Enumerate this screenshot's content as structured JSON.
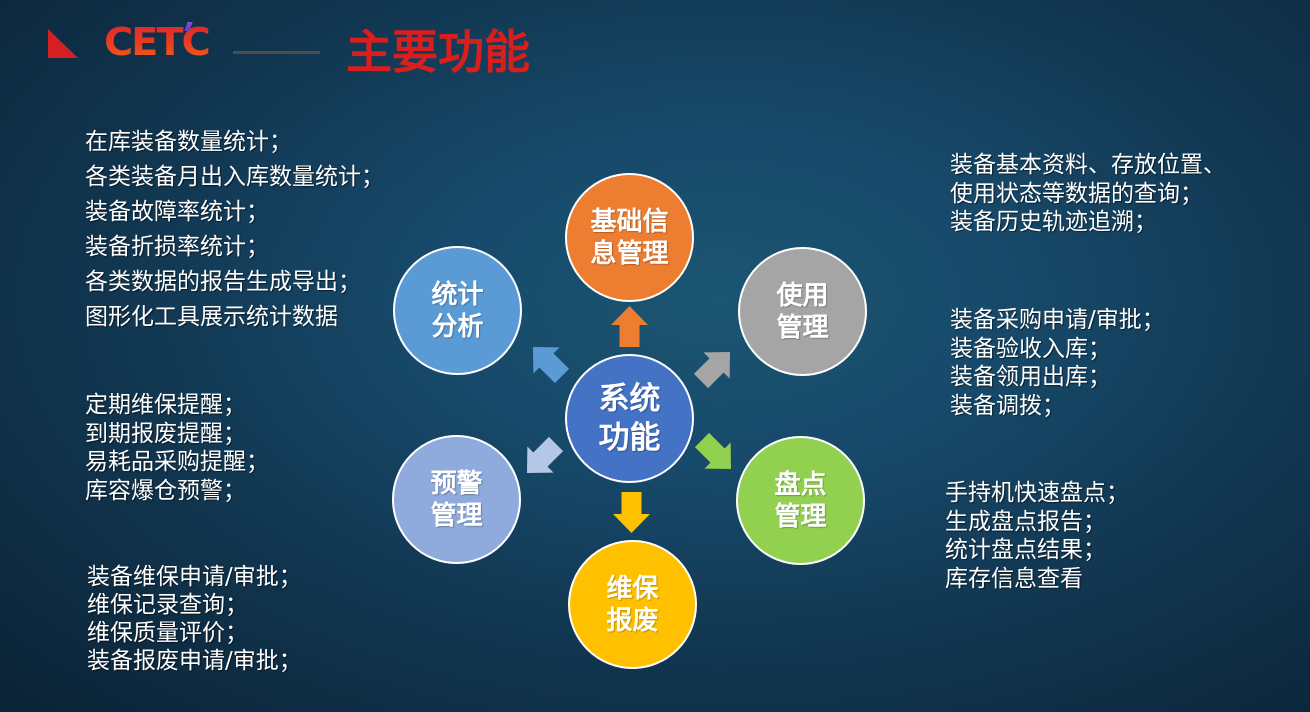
{
  "header": {
    "logo_text": "CETC",
    "logo_color": "#d42020",
    "title": "主要功能",
    "title_color": "#d91e1e"
  },
  "diagram": {
    "center": {
      "line1": "系统",
      "line2": "功能",
      "color": "#4472c4"
    },
    "nodes": {
      "basic_info": {
        "line1": "基础信",
        "line2": "息管理",
        "color": "#ed7d31"
      },
      "usage": {
        "line1": "使用",
        "line2": "管理",
        "color": "#a5a5a5"
      },
      "inventory": {
        "line1": "盘点",
        "line2": "管理",
        "color": "#92d050"
      },
      "maintenance": {
        "line1": "维保",
        "line2": "报废",
        "color": "#ffc000"
      },
      "warning": {
        "line1": "预警",
        "line2": "管理",
        "color": "#8faadc"
      },
      "statistics": {
        "line1": "统计",
        "line2": "分析",
        "color": "#5b9bd5"
      }
    },
    "arrows": {
      "up": {
        "direction": "up",
        "color": "#ed7d31"
      },
      "up_right": {
        "direction": "up-right",
        "color": "#a5a5a5"
      },
      "down_right": {
        "direction": "down-right",
        "color": "#92d050"
      },
      "down": {
        "direction": "down",
        "color": "#ffc000"
      },
      "down_left": {
        "direction": "down-left",
        "color": "#b4c7e7"
      },
      "up_left": {
        "direction": "up-left",
        "color": "#5b9bd5"
      }
    }
  },
  "descriptions": {
    "statistics": [
      "在库装备数量统计；",
      "各类装备月出入库数量统计；",
      "装备故障率统计；",
      "装备折损率统计；",
      "各类数据的报告生成导出；",
      "图形化工具展示统计数据"
    ],
    "warning": [
      "定期维保提醒；",
      "到期报废提醒；",
      "易耗品采购提醒；",
      "库容爆仓预警；"
    ],
    "maintenance": [
      "装备维保申请/审批；",
      "维保记录查询；",
      "维保质量评价；",
      "装备报废申请/审批；"
    ],
    "basic_info": [
      "装备基本资料、存放位置、",
      "使用状态等数据的查询；",
      "装备历史轨迹追溯；"
    ],
    "usage": [
      "装备采购申请/审批；",
      "装备验收入库；",
      "装备领用出库；",
      "装备调拨；"
    ],
    "inventory": [
      "手持机快速盘点；",
      "生成盘点报告；",
      "统计盘点结果；",
      "库存信息查看"
    ]
  }
}
